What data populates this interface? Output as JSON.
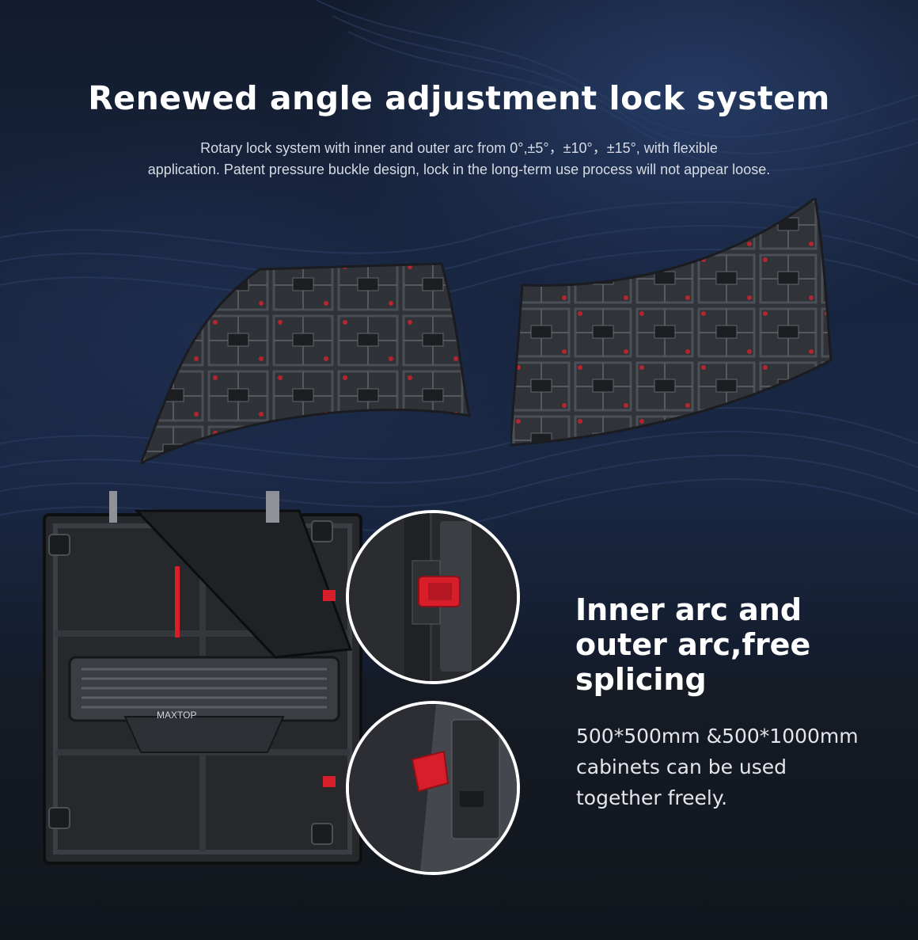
{
  "header": {
    "title": "Renewed angle adjustment lock system",
    "description_line1": "Rotary lock system with inner and outer arc from 0°,±5°，±10°，±15°, with flexible",
    "description_line2": "application. Patent pressure buckle design, lock in the long-term use process will not appear loose."
  },
  "feature": {
    "title_line1": "Inner arc and",
    "title_line2": "outer arc,free",
    "title_line3": "splicing",
    "text_line1": "500*500mm &500*1000mm",
    "text_line2": "cabinets can be used",
    "text_line3": "together freely."
  },
  "product": {
    "brand_logo": "MAXTOP"
  },
  "colors": {
    "background_top": "#182540",
    "background_bottom": "#141922",
    "accent_red": "#d81e2a",
    "text_white": "#ffffff"
  }
}
